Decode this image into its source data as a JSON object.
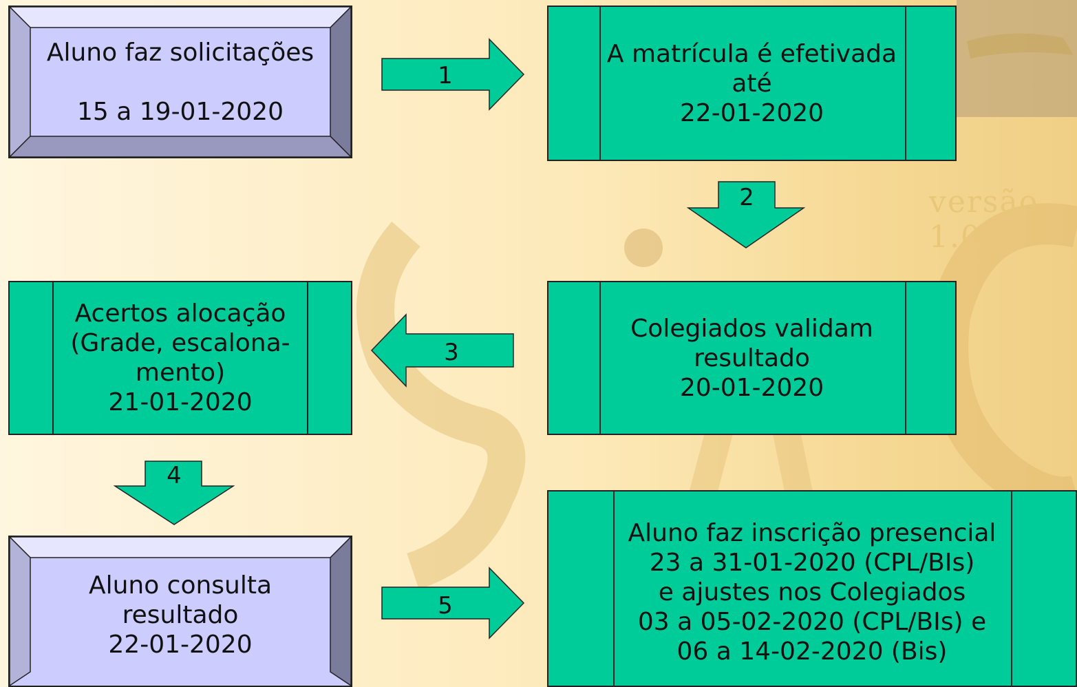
{
  "watermark": {
    "version": "versão 1.0"
  },
  "boxes": {
    "solicitacoes": [
      "Aluno faz solicitações",
      "",
      "15 a 19-01-2020"
    ],
    "efetivada": [
      "A matrícula é efetivada",
      "até",
      "22-01-2020"
    ],
    "colegiados": [
      "Colegiados validam",
      "resultado",
      "20-01-2020"
    ],
    "acertos": [
      "Acertos alocação",
      "(Grade, escalona-",
      "mento)",
      "21-01-2020"
    ],
    "consulta": [
      "Aluno consulta",
      "resultado",
      "22-01-2020"
    ],
    "inscricao": [
      "Aluno faz inscrição presencial",
      "23 a 31-01-2020 (CPL/BIs)",
      "e ajustes nos Colegiados",
      "03 a 05-02-2020 (CPL/BIs) e",
      "06 a 14-02-2020 (Bis)"
    ]
  },
  "arrows": {
    "a1": "1",
    "a2": "2",
    "a3": "3",
    "a4": "4",
    "a5": "5"
  },
  "colors": {
    "green": "#00cc99",
    "lavender": "#ccccff",
    "bevel_dark": "#7b7b9c",
    "bevel_light": "#e6e6ff"
  }
}
